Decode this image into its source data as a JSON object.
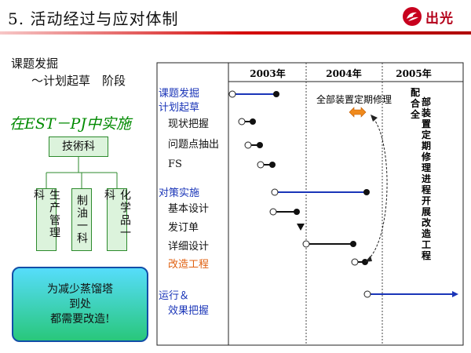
{
  "slide": {
    "title": "5. 活动经过与应对体制",
    "logo_text": "出光"
  },
  "left": {
    "subtitle_line1": "课题发掘",
    "subtitle_line2": "～计划起草　阶段",
    "est_title": "在EST－PJ中实施",
    "org_top": "技術科",
    "org_units": [
      "生产管理科",
      "制油一科",
      "化学品一科"
    ],
    "note_lines": [
      "为减少蒸馏塔",
      "到处",
      "都需要改造!"
    ]
  },
  "gantt": {
    "years": [
      "2003年",
      "2004年",
      "2005年"
    ],
    "annotation": "全部装置定期修理",
    "side_note": "配合全部装置定期修理进程开展改造工程",
    "tasks": [
      {
        "label": "课题发掘",
        "color": "#1a35b8"
      },
      {
        "label": "计划起草",
        "color": "#1a35b8"
      },
      {
        "label": "现状把握",
        "color": "#111111"
      },
      {
        "label": "问题点抽出",
        "color": "#111111"
      },
      {
        "label": "FS",
        "color": "#111111"
      },
      {
        "label": "对策实施",
        "color": "#1a35b8"
      },
      {
        "label": "基本设计",
        "color": "#111111"
      },
      {
        "label": "发订单",
        "color": "#111111"
      },
      {
        "label": "详细设计",
        "color": "#111111"
      },
      {
        "label": "改造工程",
        "color": "#e06010"
      },
      {
        "label": "运行＆",
        "color": "#1a35b8"
      },
      {
        "label": "效果把握",
        "color": "#1a35b8"
      }
    ]
  },
  "colors": {
    "accent_blue": "#1a35b8",
    "accent_orange": "#e06010",
    "title_rule": "#d20000",
    "green_text": "#008a00"
  }
}
